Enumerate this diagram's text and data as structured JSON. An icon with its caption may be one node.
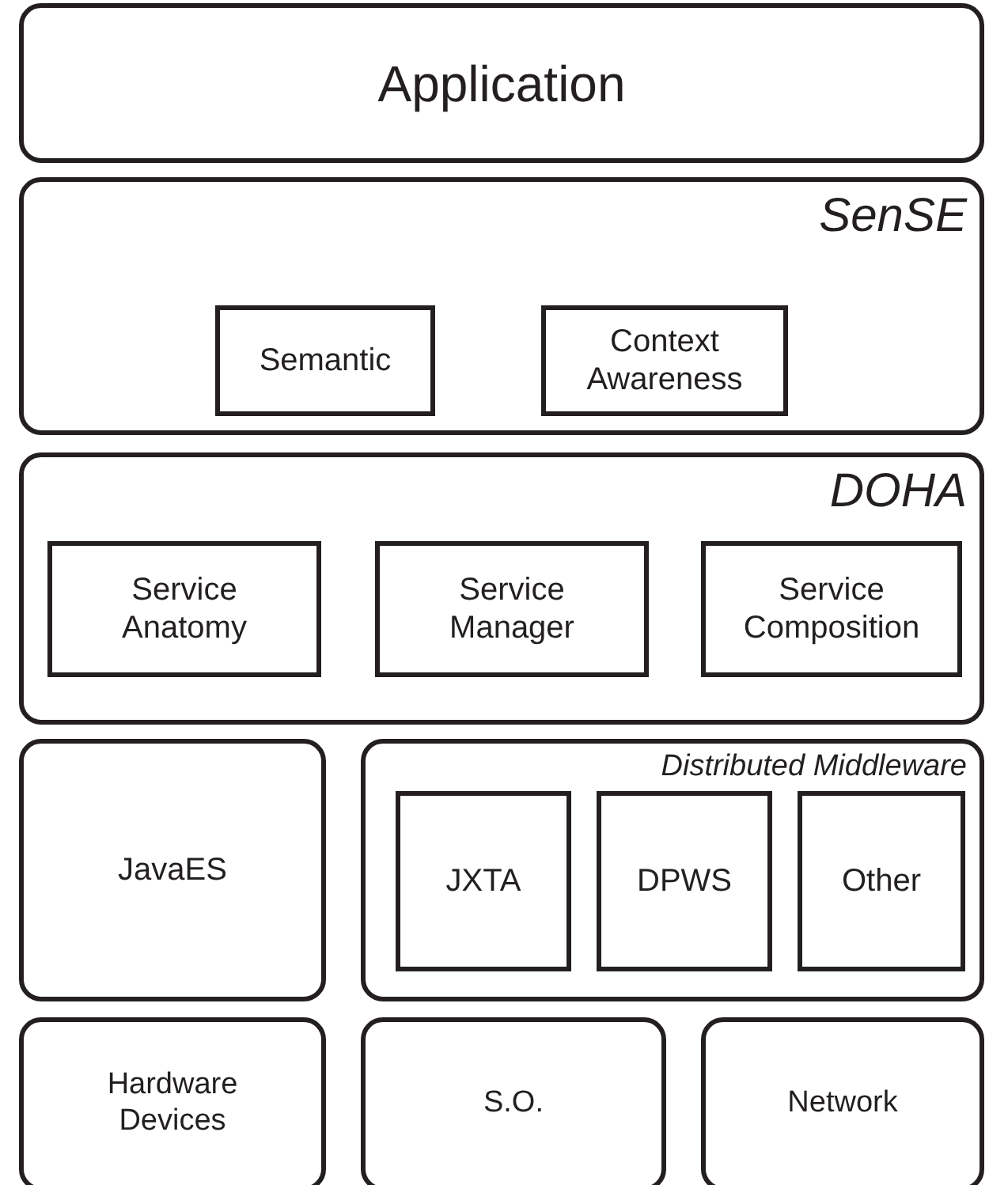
{
  "diagram": {
    "nodes": [
      {
        "text": [
          "Application"
        ]
      },
      {
        "text": [
          "SenSE"
        ]
      },
      {
        "text": [
          "Semantic"
        ],
        "in": 1
      },
      {
        "text": [
          "Context Awareness"
        ],
        "in": 1
      },
      {
        "text": [
          "DOHA"
        ]
      },
      {
        "text": [
          "Service Anatomy"
        ],
        "in": 4
      },
      {
        "text": [
          "Service Manager"
        ],
        "in": 4
      },
      {
        "text": [
          "Service Composition"
        ],
        "in": 4
      },
      {
        "text": [
          "JavaES"
        ]
      },
      {
        "text": [
          "Distributed Middleware"
        ]
      },
      {
        "text": [
          "JXTA"
        ],
        "in": 9
      },
      {
        "text": [
          "DPWS"
        ],
        "in": 9
      },
      {
        "text": [
          "Other"
        ],
        "in": 9
      },
      {
        "text": [
          "Hardware Devices"
        ]
      },
      {
        "text": [
          "S.O."
        ]
      },
      {
        "text": [
          "Network"
        ]
      }
    ],
    "edges": []
  }
}
